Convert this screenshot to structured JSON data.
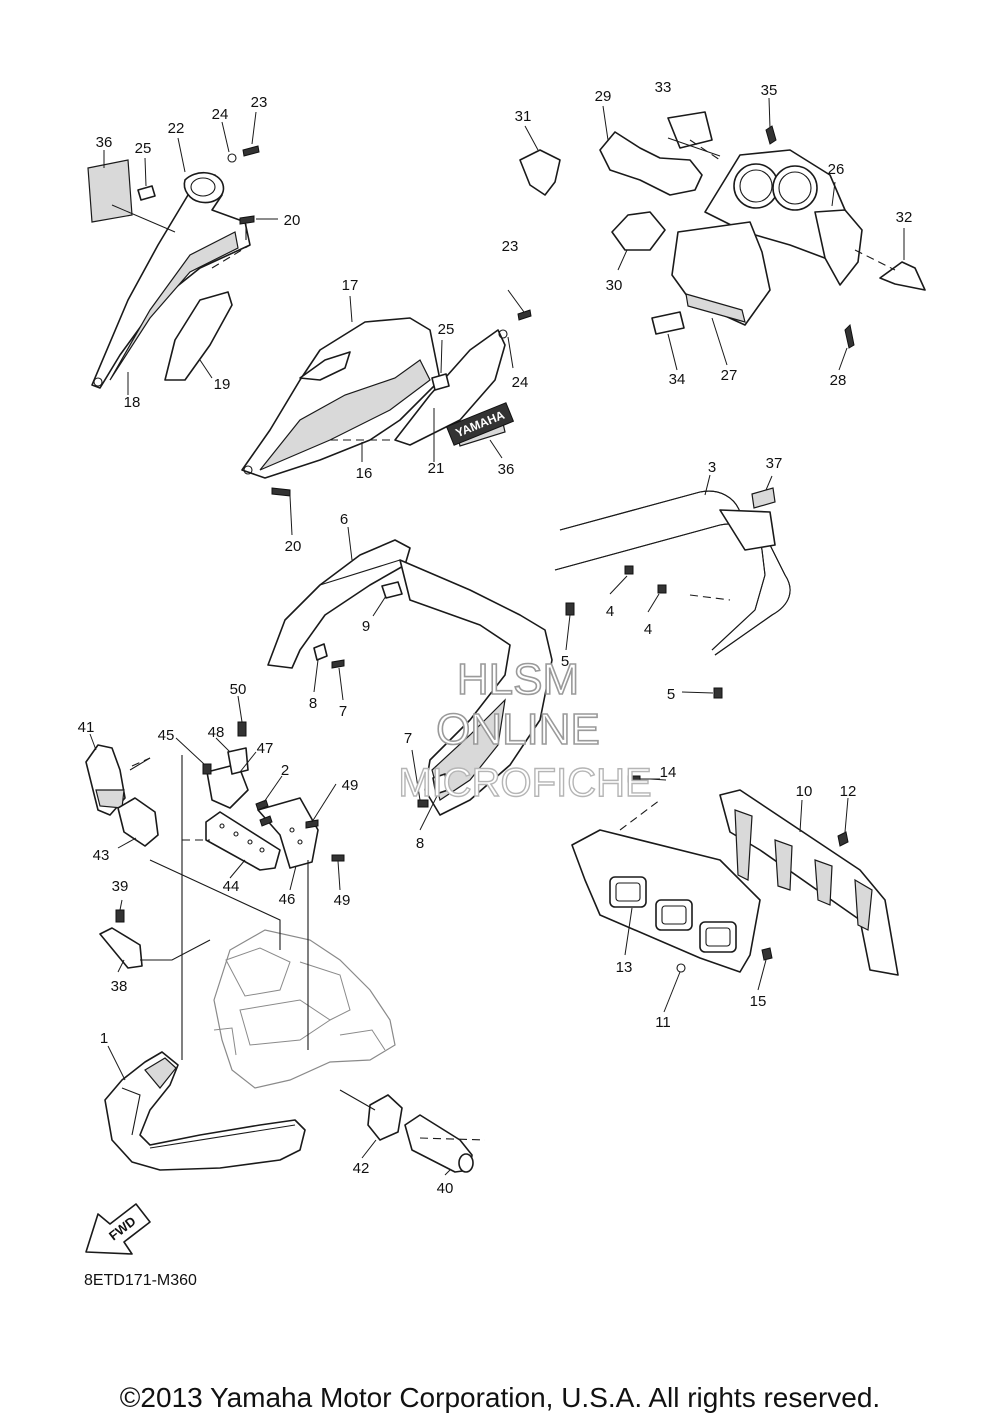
{
  "diagram": {
    "callouts": [
      "1",
      "2",
      "3",
      "4",
      "4",
      "5",
      "5",
      "6",
      "7",
      "7",
      "8",
      "8",
      "9",
      "10",
      "11",
      "12",
      "13",
      "14",
      "15",
      "16",
      "17",
      "18",
      "19",
      "20",
      "20",
      "21",
      "22",
      "23",
      "23",
      "24",
      "24",
      "25",
      "25",
      "26",
      "27",
      "28",
      "29",
      "30",
      "31",
      "32",
      "33",
      "34",
      "35",
      "36",
      "36",
      "37",
      "38",
      "39",
      "40",
      "41",
      "42",
      "43",
      "44",
      "45",
      "46",
      "47",
      "48",
      "49",
      "49",
      "50"
    ],
    "decal_text": "YAMAHA",
    "fwd_label": "FWD",
    "drawing_code": "8ETD171-M360",
    "copyright": "©2013 Yamaha Motor Corporation, U.S.A. All rights reserved."
  },
  "watermark": {
    "line1": "HLSM",
    "line2": "ONLINE",
    "line3": "MICROFICHE"
  }
}
